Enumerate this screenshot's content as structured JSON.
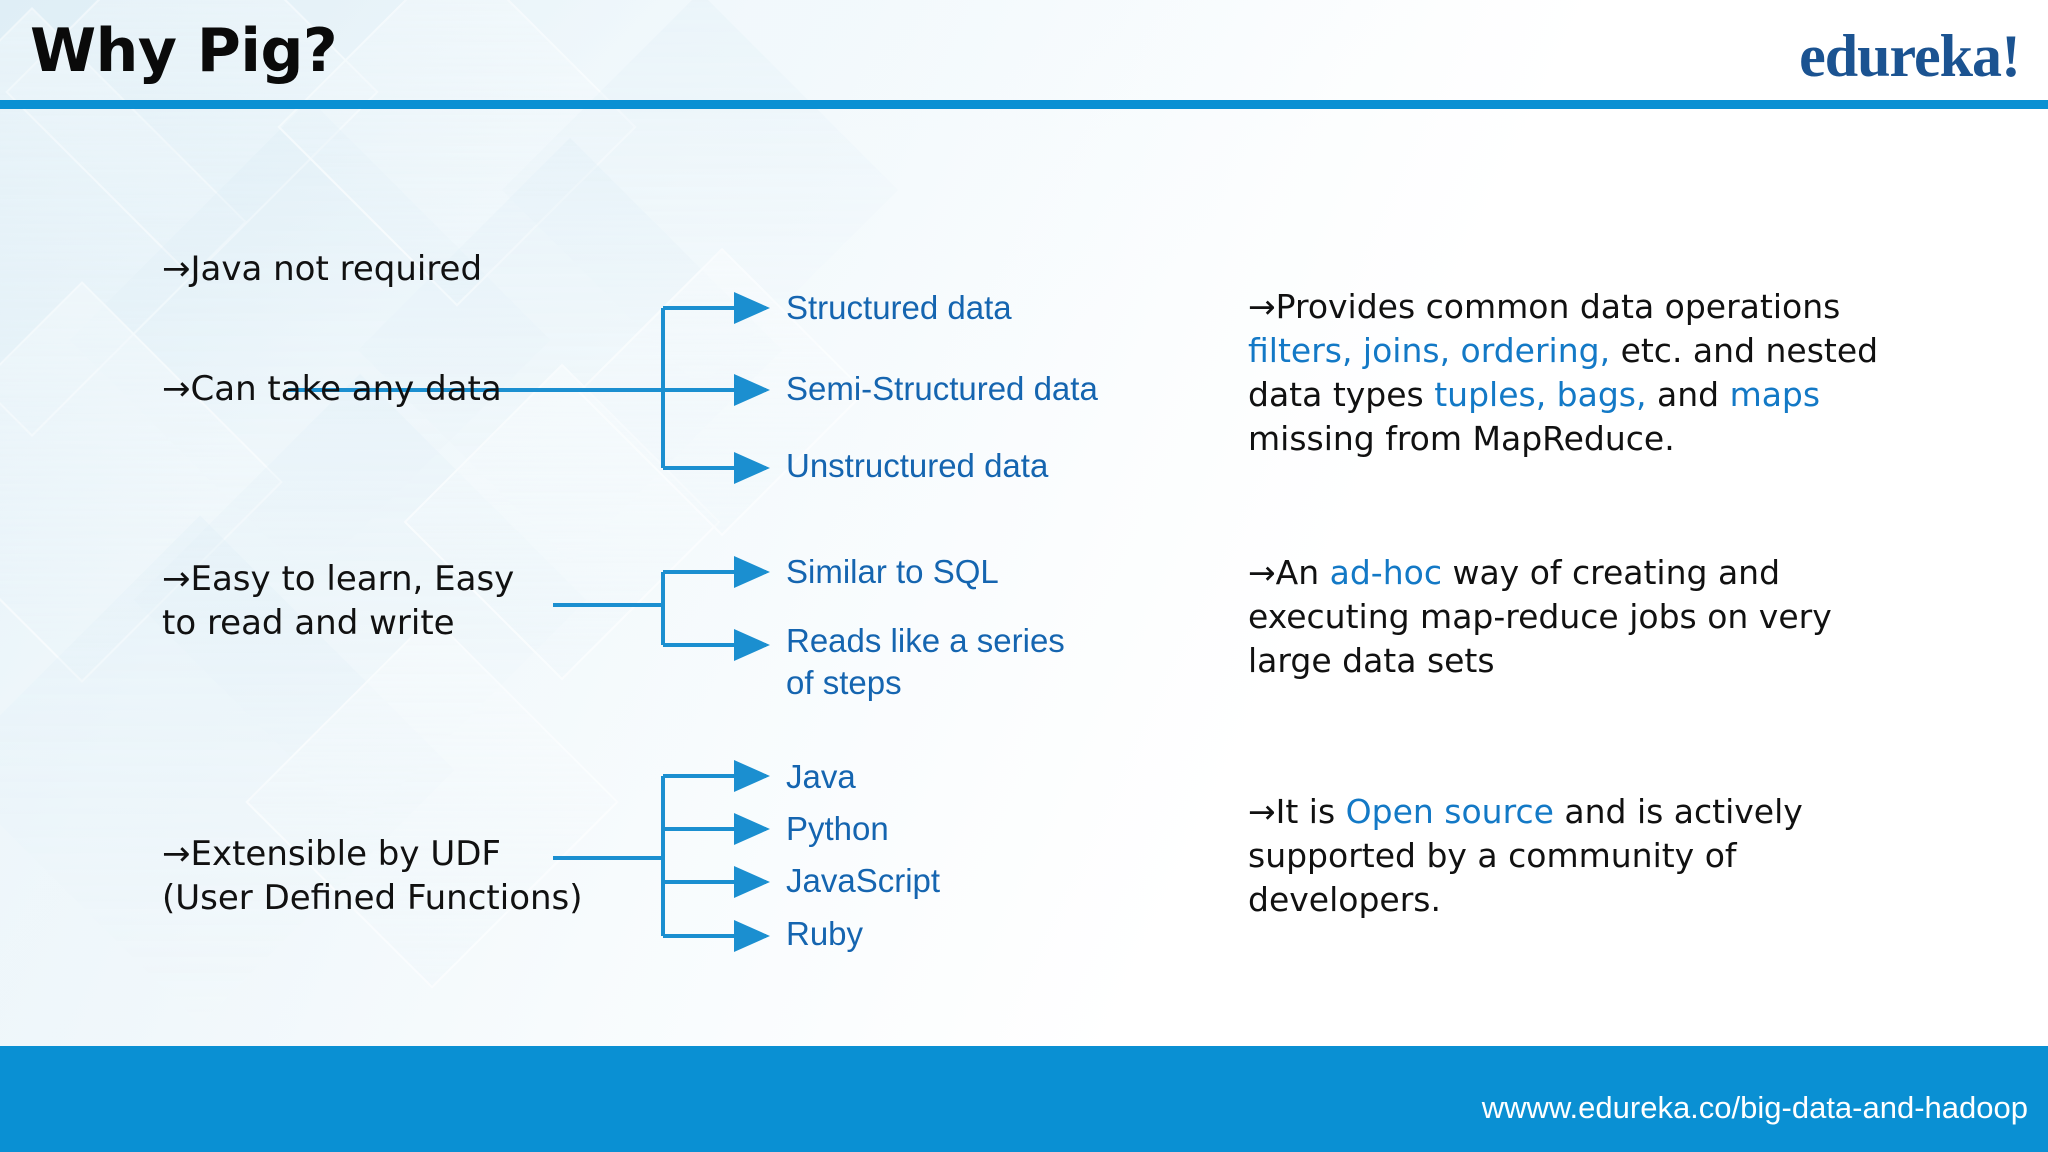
{
  "header": {
    "title": "Why Pig?",
    "logo": "edureka!",
    "rule_color": "#0a90d3"
  },
  "footer": {
    "url": "wwww.edureka.co/big-data-and-hadoop",
    "bar_color": "#0a90d3"
  },
  "colors": {
    "accent_blue": "#0a90d3",
    "link_blue": "#1565b0",
    "logo_blue": "#1b5391",
    "body_black": "#111111"
  },
  "left_column": {
    "items": [
      {
        "label": "→Java not required"
      },
      {
        "label": "→Can take any data"
      },
      {
        "label": "→Easy to learn, Easy\n  to read and write"
      },
      {
        "label": "→Extensible by UDF\n  (User Defined Functions)"
      }
    ]
  },
  "middle_column": {
    "groups": [
      {
        "name": "data-types",
        "items": [
          "Structured data",
          "Semi-Structured data",
          "Unstructured data"
        ]
      },
      {
        "name": "language-traits",
        "items": [
          "Similar to SQL",
          "Reads like a series\nof steps"
        ]
      },
      {
        "name": "udf-languages",
        "items": [
          "Java",
          "Python",
          "JavaScript",
          "Ruby"
        ]
      }
    ]
  },
  "right_column": {
    "paragraphs": [
      {
        "name": "data-operations",
        "segments": [
          {
            "text": "→Provides common data operations ",
            "style": "black"
          },
          {
            "text": "filters, joins, ordering,",
            "style": "blue"
          },
          {
            "text": " etc. and nested data types  ",
            "style": "black"
          },
          {
            "text": "tuples, bags,",
            "style": "blue"
          },
          {
            "text": " and ",
            "style": "black"
          },
          {
            "text": "maps",
            "style": "blue"
          },
          {
            "text": " missing from MapReduce.",
            "style": "black"
          }
        ]
      },
      {
        "name": "ad-hoc-jobs",
        "segments": [
          {
            "text": "→An ",
            "style": "black"
          },
          {
            "text": "ad-hoc",
            "style": "blue"
          },
          {
            "text": " way of creating and executing map-reduce jobs on very large data sets",
            "style": "black"
          }
        ]
      },
      {
        "name": "open-source",
        "segments": [
          {
            "text": " →It is ",
            "style": "black"
          },
          {
            "text": "Open source",
            "style": "blue"
          },
          {
            "text": " and is actively supported by a community of developers.",
            "style": "black"
          }
        ]
      }
    ]
  }
}
